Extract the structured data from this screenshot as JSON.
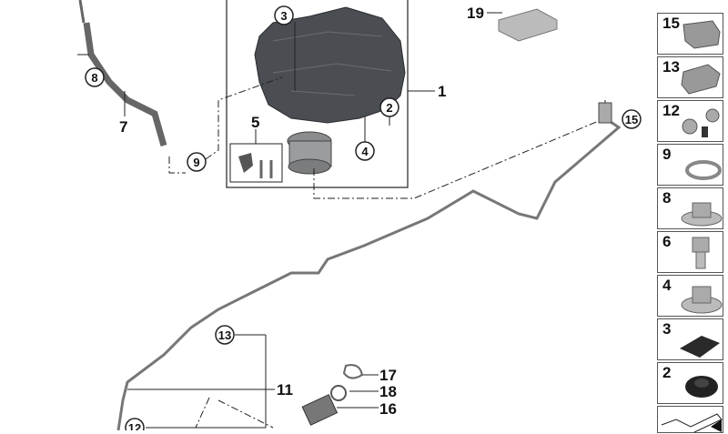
{
  "diagram": {
    "labels": {
      "l1": "1",
      "l5": "5",
      "l7": "7",
      "l19": "19",
      "l11": "11",
      "l17": "17",
      "l18": "18",
      "l16": "16"
    },
    "callouts": {
      "c3": "3",
      "c8": "8",
      "c2": "2",
      "c4": "4",
      "c9": "9",
      "c15": "15",
      "c13": "13",
      "c12": "12"
    }
  },
  "side_panel": {
    "items": [
      {
        "label": "15",
        "part": "clip"
      },
      {
        "label": "13",
        "part": "clip"
      },
      {
        "label": "12",
        "part": "clamp-screw"
      },
      {
        "label": "9",
        "part": "hose-clamp"
      },
      {
        "label": "8",
        "part": "collar-nut"
      },
      {
        "label": "6",
        "part": "bolt"
      },
      {
        "label": "4",
        "part": "collar-nut"
      },
      {
        "label": "3",
        "part": "pad"
      },
      {
        "label": "2",
        "part": "grommet"
      },
      {
        "label": "",
        "part": "kit"
      }
    ]
  }
}
